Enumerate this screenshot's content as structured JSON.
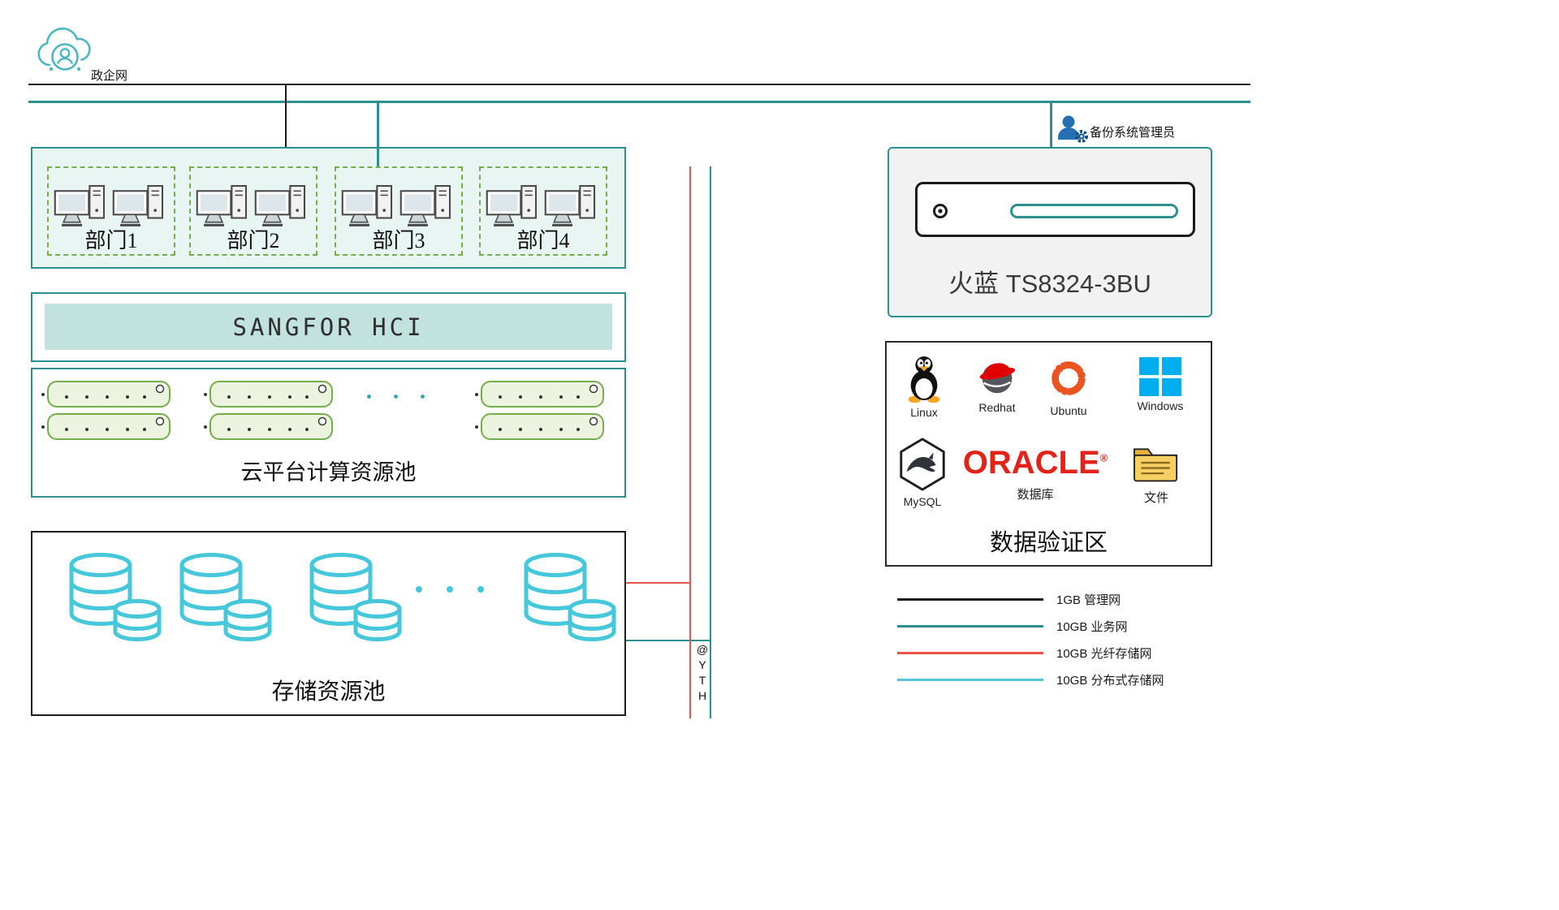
{
  "header": {
    "cloud_label": "政企网"
  },
  "admin": {
    "label": "备份系统管理员"
  },
  "departments": {
    "items": [
      {
        "label": "部门1"
      },
      {
        "label": "部门2"
      },
      {
        "label": "部门3"
      },
      {
        "label": "部门4"
      }
    ]
  },
  "hci": {
    "label": "SANGFOR HCI"
  },
  "compute_pool": {
    "label": "云平台计算资源池"
  },
  "storage_pool": {
    "label": "存储资源池"
  },
  "backup_device": {
    "label": "火蓝 TS8324-3BU"
  },
  "verification": {
    "label": "数据验证区",
    "oracle_text": "ORACLE",
    "oracle_reg": "®",
    "items": [
      {
        "name": "Linux"
      },
      {
        "name": "Redhat"
      },
      {
        "name": "Ubuntu"
      },
      {
        "name": "Windows"
      },
      {
        "name": "MySQL"
      },
      {
        "name": "数据库"
      },
      {
        "name": "文件"
      }
    ]
  },
  "trunk": {
    "label": "@YTH"
  },
  "legend": {
    "items": [
      {
        "label": "1GB 管理网",
        "color": "#1a1a1a"
      },
      {
        "label": "10GB 业务网",
        "color": "#2e8f8f"
      },
      {
        "label": "10GB 光纤存储网",
        "color": "#e8534a"
      },
      {
        "label": "10GB 分布式存储网",
        "color": "#56c5d8"
      }
    ]
  },
  "colors": {
    "teal": "#2e8f8f",
    "cloud_teal": "#4db6c1",
    "green": "#74ad4b",
    "cyan": "#46c8da",
    "red": "#e8534a",
    "light_blue": "#56c5d8",
    "admin_blue": "#2470b3",
    "windows_blue": "#00adef",
    "ubuntu_orange": "#e95420",
    "oracle_red": "#e2231a"
  }
}
